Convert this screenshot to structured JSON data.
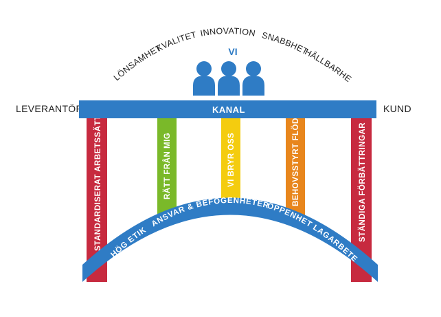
{
  "top_values": [
    "LÖNSAMHET",
    "KVALITET",
    "INNOVATION",
    "SNABBHET",
    "HÅLLBARHET"
  ],
  "vi_label": "VI",
  "deck_label": "KANAL",
  "left_label": "LEVERANTÖR",
  "right_label": "KUND",
  "pillars": [
    {
      "label": "STANDARDISERAT ARBETSSÄTT",
      "color": "#c72a3f"
    },
    {
      "label": "RÄTT FRÅN MIG",
      "color": "#7ab929"
    },
    {
      "label": "VI BRYR OSS",
      "color": "#f4cc0f"
    },
    {
      "label": "BEHOVSSTYRT FLÖDE",
      "color": "#e8861c"
    },
    {
      "label": "STÄNDIGA FÖRBÄTTRINGAR",
      "color": "#c72a3f"
    }
  ],
  "arch_labels": [
    "HÖG ETIK",
    "ANSVAR & BEFOGENHETER",
    "ÖPPENHET",
    "LAGARBETE"
  ],
  "colors": {
    "blue": "#2f7cc5",
    "figure_blue": "#2f7cc5",
    "text": "#222222"
  }
}
